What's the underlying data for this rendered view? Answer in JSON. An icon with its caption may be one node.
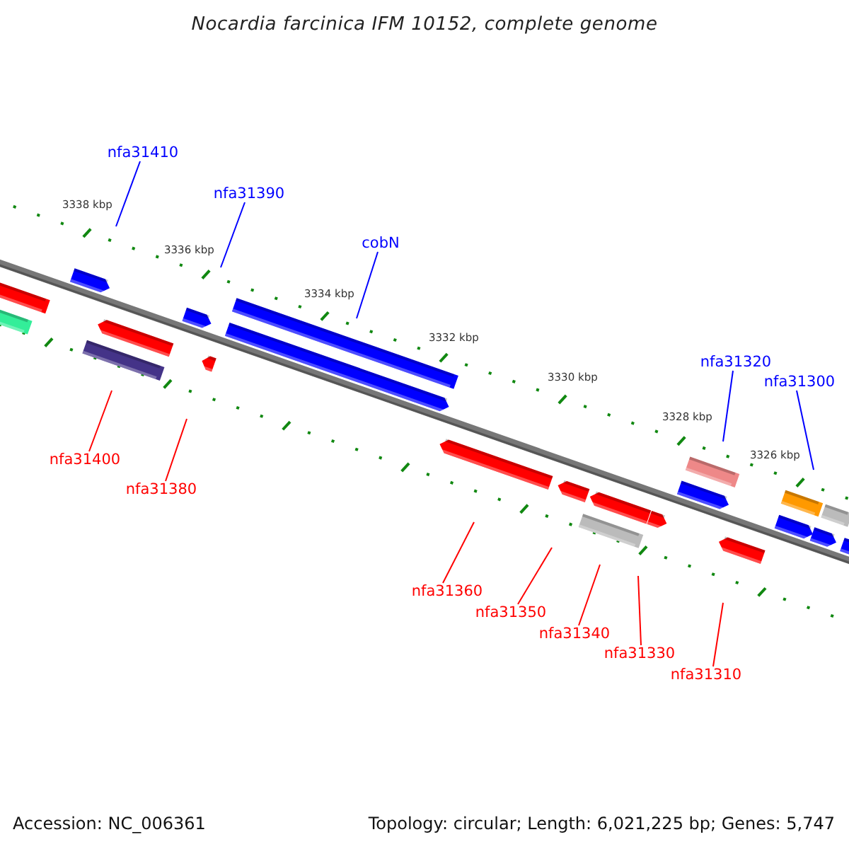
{
  "diagram": {
    "title": "Nocardia farcinica IFM 10152, complete genome",
    "nodes": [
      {
        "text": [
          "nfa31410"
        ]
      },
      {
        "text": [
          "nfa31390"
        ]
      },
      {
        "text": [
          "cobN"
        ]
      },
      {
        "text": [
          "nfa31320"
        ]
      },
      {
        "text": [
          "nfa31300"
        ]
      },
      {
        "text": [
          "nfa31400"
        ]
      },
      {
        "text": [
          "nfa31380"
        ]
      },
      {
        "text": [
          "nfa31360"
        ]
      },
      {
        "text": [
          "nfa31350"
        ]
      },
      {
        "text": [
          "nfa31340"
        ]
      },
      {
        "text": [
          "nfa31330"
        ]
      },
      {
        "text": [
          "nfa31310"
        ]
      }
    ],
    "edges": [
      {
        "from": 0,
        "to": null,
        "arrow": "none",
        "color": "#0000ff"
      },
      {
        "from": 1,
        "to": null,
        "arrow": "none",
        "color": "#0000ff"
      },
      {
        "from": 2,
        "to": null,
        "arrow": "none",
        "color": "#0000ff"
      },
      {
        "from": 3,
        "to": null,
        "arrow": "none",
        "color": "#0000ff"
      },
      {
        "from": 4,
        "to": null,
        "arrow": "none",
        "color": "#0000ff"
      },
      {
        "from": 5,
        "to": null,
        "arrow": "none",
        "color": "#ff0000"
      },
      {
        "from": 6,
        "to": null,
        "arrow": "none",
        "color": "#ff0000"
      },
      {
        "from": 7,
        "to": null,
        "arrow": "none",
        "color": "#ff0000"
      },
      {
        "from": 8,
        "to": null,
        "arrow": "none",
        "color": "#ff0000"
      },
      {
        "from": 9,
        "to": null,
        "arrow": "none",
        "color": "#ff0000"
      },
      {
        "from": 10,
        "to": null,
        "arrow": "none",
        "color": "#ff0000"
      },
      {
        "from": 11,
        "to": null,
        "arrow": "none",
        "color": "#ff0000"
      }
    ],
    "labels": [
      "3338 kbp",
      "3336 kbp",
      "3334 kbp",
      "3332 kbp",
      "3330 kbp",
      "3328 kbp",
      "3326 kbp",
      "Accession: NC_006361",
      "Topology: circular; Length: 6,021,225 bp; Genes: 5,747"
    ]
  }
}
